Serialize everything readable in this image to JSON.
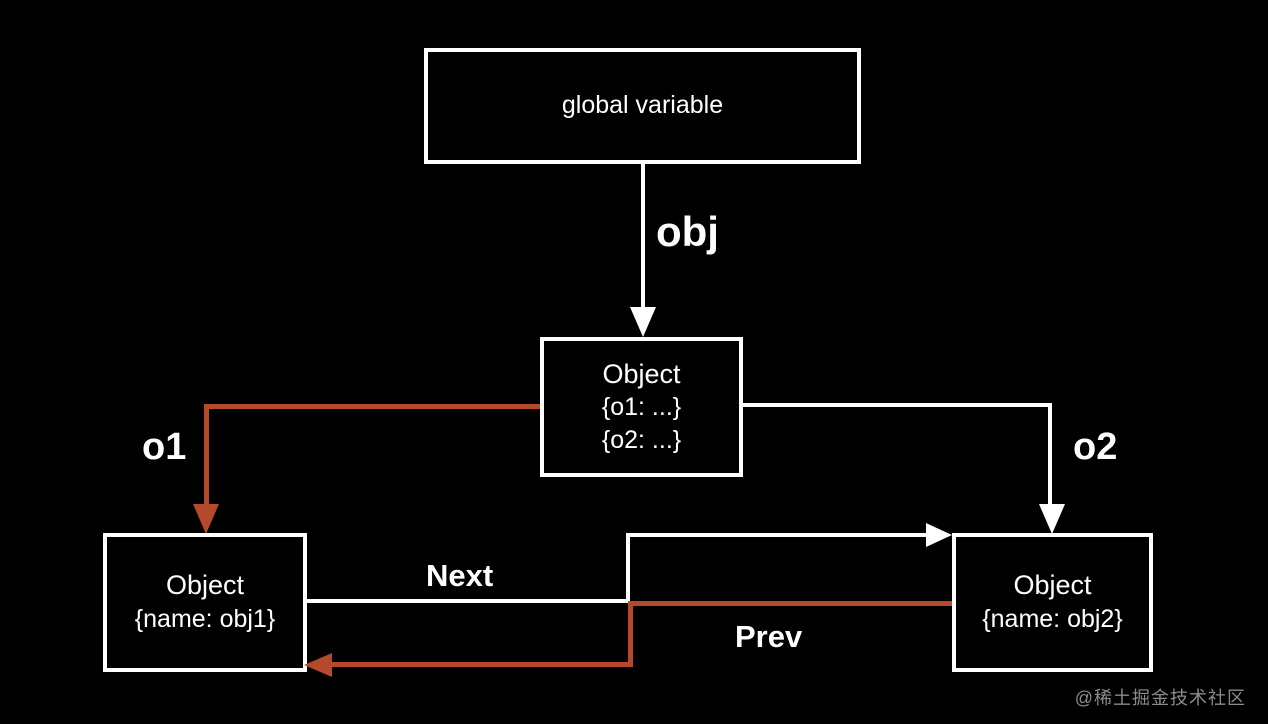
{
  "colors": {
    "bg": "#000000",
    "line_white": "#ffffff",
    "line_red": "#b5492b",
    "box_border": "#ffffff",
    "box_fill": "#000000",
    "text": "#ffffff",
    "watermark": "#8c8c8c"
  },
  "diagram": {
    "global_box": {
      "label": "global variable"
    },
    "obj_arrow_label": "obj",
    "object_box": {
      "title": "Object",
      "line1": "{o1:  ...}",
      "line2": "{o2:  ...}"
    },
    "o1_label": "o1",
    "o2_label": "o2",
    "obj1_box": {
      "title": "Object",
      "line1": "{name: obj1}"
    },
    "obj2_box": {
      "title": "Object",
      "line1": "{name: obj2}"
    },
    "next_label": "Next",
    "prev_label": "Prev"
  },
  "watermark": "@稀土掘金技术社区"
}
